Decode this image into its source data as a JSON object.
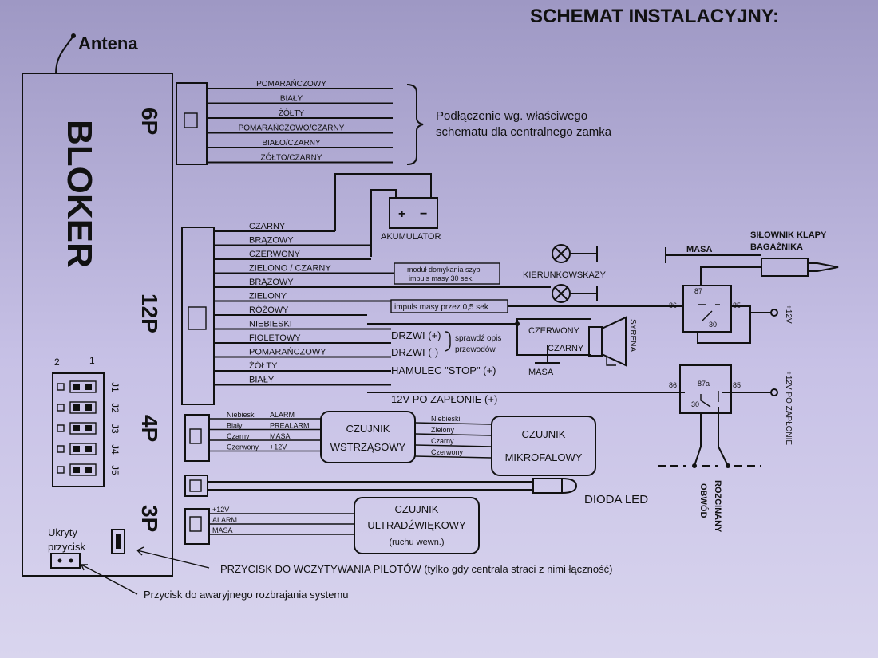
{
  "title": "SCHEMAT INSTALACYJNY:",
  "antenna": "Antena",
  "unit_label": "BLOKER",
  "connectors": {
    "c6p": "6P",
    "c12p": "12P",
    "c4p": "4P",
    "c3p": "3P"
  },
  "wires_6p": [
    "POMARAŃCZOWY",
    "BIAŁY",
    "ŻÓŁTY",
    "POMARAŃCZOWO/CZARNY",
    "BIAŁO/CZARNY",
    "ŻÓŁTO/CZARNY"
  ],
  "central_lock_note": [
    "Podłączenie wg. właściwego",
    "schematu dla centralnego zamka"
  ],
  "wires_12p": [
    "CZARNY",
    "BRĄZOWY",
    "CZERWONY",
    "ZIELONO / CZARNY",
    "BRĄZOWY",
    "ZIELONY",
    "RÓŻOWY",
    "NIEBIESKI",
    "FIOLETOWY",
    "POMARAŃCZOWY",
    "ŻÓŁTY",
    "BIAŁY"
  ],
  "battery": {
    "label": "AKUMULATOR",
    "plus": "+",
    "minus": "−"
  },
  "module_note": [
    "moduł domykania szyb",
    "impuls masy 30 sek."
  ],
  "indicators": "KIERUNKOWSKAZY",
  "pulse_note": "impuls masy przez 0,5 sek",
  "doors_plus": "DRZWI (+)",
  "doors_minus": "DRZWI (-)",
  "check_note": [
    "sprawdź opis",
    "przewodów"
  ],
  "brake": "HAMULEC \"STOP\" (+)",
  "ignition": "12V PO ZAPŁONIE (+)",
  "siren": {
    "label": "SYRENA",
    "red": "CZERWONY",
    "black": "CZARNY",
    "ground": "MASA"
  },
  "trunk": {
    "ground": "MASA",
    "actuator": [
      "SIŁOWNIK KLAPY",
      "BAGAŻNIKA"
    ]
  },
  "relay1": {
    "p86": "86",
    "p87": "87",
    "p85": "85",
    "p30": "30",
    "supply": "+12V"
  },
  "relay2": {
    "p86": "86",
    "p87a": "87a",
    "p85": "85",
    "p30": "30",
    "supply": "+12V PO ZAPŁONIE"
  },
  "cut_circuit": [
    "ROZCINANY",
    "OBWÓD"
  ],
  "shock_sensor": {
    "pins": [
      [
        "Niebieski",
        "ALARM"
      ],
      [
        "Biały",
        "PREALARM"
      ],
      [
        "Czarny",
        "MASA"
      ],
      [
        "Czerwony",
        "+12V"
      ]
    ],
    "title": [
      "CZUJNIK",
      "WSTRZĄSOWY"
    ]
  },
  "microwave_sensor": {
    "pins": [
      "Niebieski",
      "Zielony",
      "Czarny",
      "Czerwony"
    ],
    "title": [
      "CZUJNIK",
      "MIKROFALOWY"
    ]
  },
  "led": "DIODA LED",
  "ultrasonic_sensor": {
    "pins": [
      "+12V",
      "ALARM",
      "MASA"
    ],
    "title": [
      "CZUJNIK",
      "ULTRADŹWIĘKOWY",
      "(ruchu wewn.)"
    ]
  },
  "jumpers": {
    "col1": "1",
    "col2": "2",
    "labels": [
      "J1",
      "J2",
      "J3",
      "J4",
      "J5"
    ]
  },
  "hidden_button": [
    "Ukryty",
    "przycisk"
  ],
  "learn_button_note": "PRZYCISK DO WCZYTYWANIA PILOTÓW (tylko gdy centrala straci z nimi łączność)",
  "emergency_note": "Przycisk do awaryjnego rozbrajania systemu"
}
